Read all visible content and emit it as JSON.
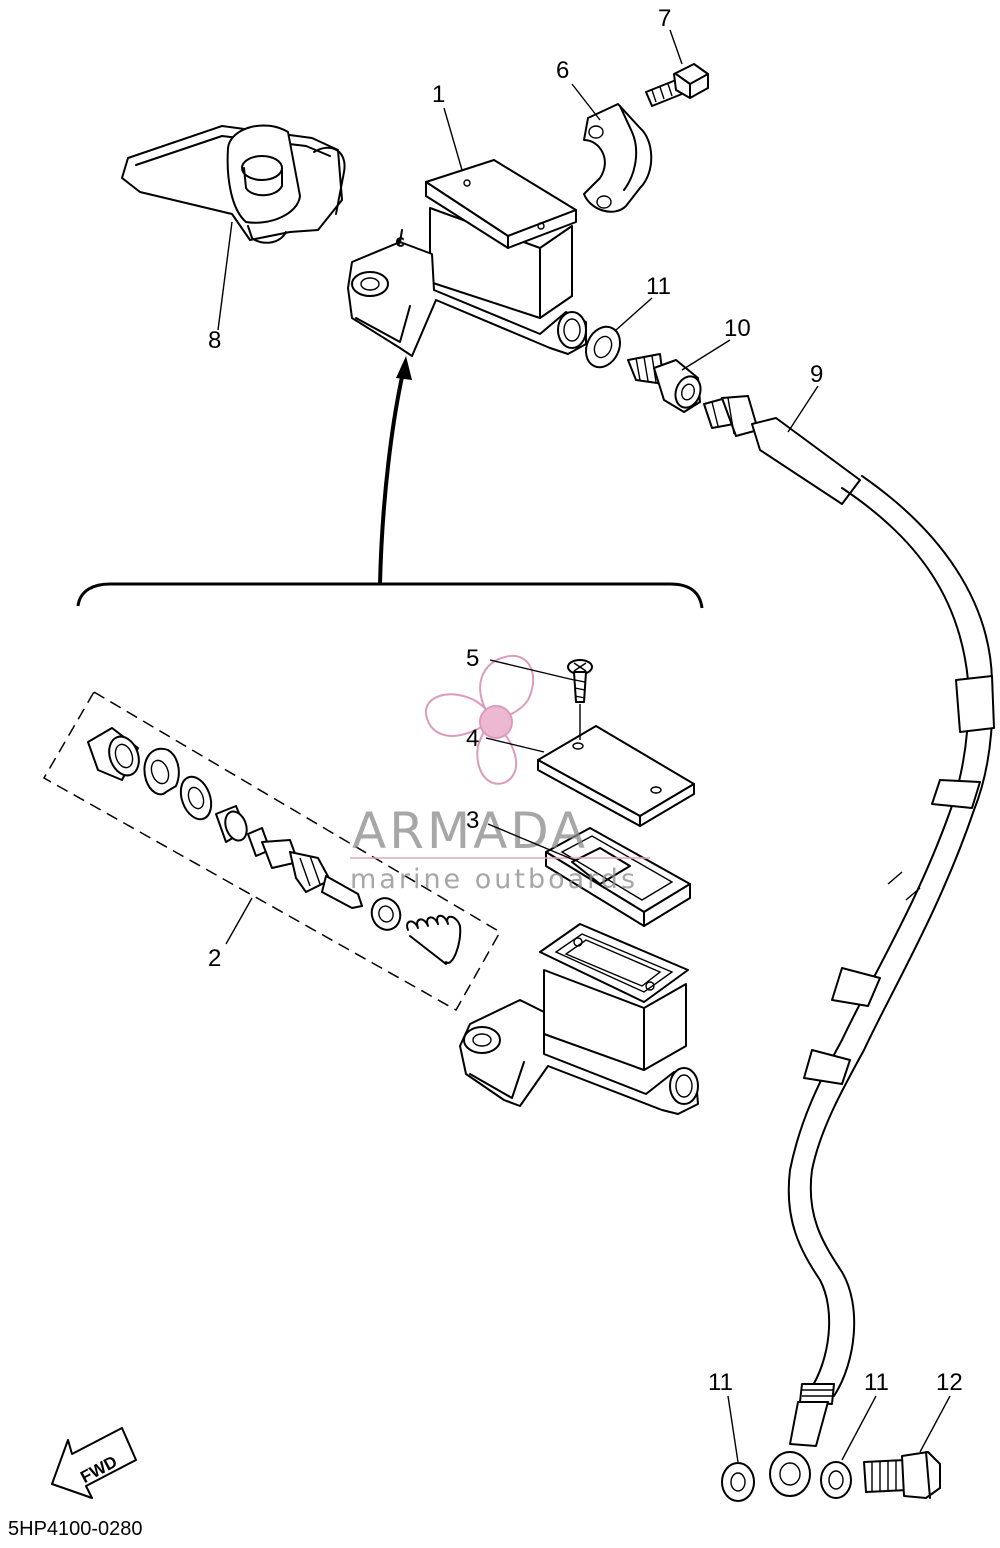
{
  "diagram": {
    "part_code": "5HP4100-0280",
    "fwd_label": "FWD",
    "callouts": {
      "c1": "1",
      "c2": "2",
      "c3": "3",
      "c4": "4",
      "c5": "5",
      "c6": "6",
      "c7": "7",
      "c8": "8",
      "c9": "9",
      "c10": "10",
      "c11a": "11",
      "c11b": "11",
      "c11c": "11",
      "c12": "12"
    },
    "watermark": {
      "name": "ARMADA",
      "tagline": "marine outboards"
    },
    "colors": {
      "line": "#000000",
      "watermark_pink": "#e8a2c4",
      "watermark_gray": "#8a8a8a"
    }
  }
}
